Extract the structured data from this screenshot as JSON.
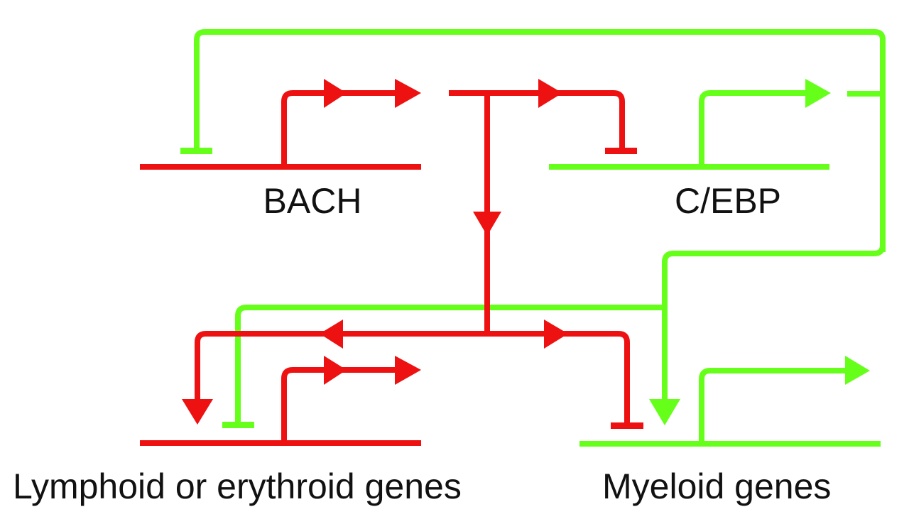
{
  "diagram": {
    "title": "",
    "colors": {
      "bach_pathway": "#ee1111",
      "cebp_pathway": "#66ff1a",
      "text": "#111111"
    },
    "genes": [
      {
        "id": "bach",
        "label": "BACH",
        "color": "red"
      },
      {
        "id": "cebp",
        "label": "C/EBP",
        "color": "green"
      },
      {
        "id": "lymphoid",
        "label": "Lymphoid or erythroid genes",
        "color": "red"
      },
      {
        "id": "myeloid",
        "label": "Myeloid genes",
        "color": "green"
      }
    ],
    "interactions": [
      {
        "from": "bach",
        "to": "cebp",
        "type": "repression"
      },
      {
        "from": "bach",
        "to": "lymphoid",
        "type": "activation"
      },
      {
        "from": "bach",
        "to": "myeloid",
        "type": "repression"
      },
      {
        "from": "cebp",
        "to": "bach",
        "type": "repression"
      },
      {
        "from": "cebp",
        "to": "lymphoid",
        "type": "repression"
      },
      {
        "from": "cebp",
        "to": "myeloid",
        "type": "activation"
      }
    ]
  }
}
